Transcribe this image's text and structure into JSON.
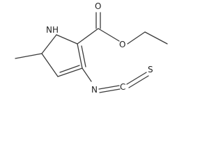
{
  "molecule": {
    "atoms": {
      "nh": "NH",
      "o_carbonyl": "O",
      "o_ester": "O",
      "n_isothiocyanate": "N",
      "c_isothiocyanate": "C",
      "s": "S"
    },
    "colors": {
      "bond": "#3a3a3a",
      "label": "#222222",
      "background": "#ffffff"
    }
  }
}
